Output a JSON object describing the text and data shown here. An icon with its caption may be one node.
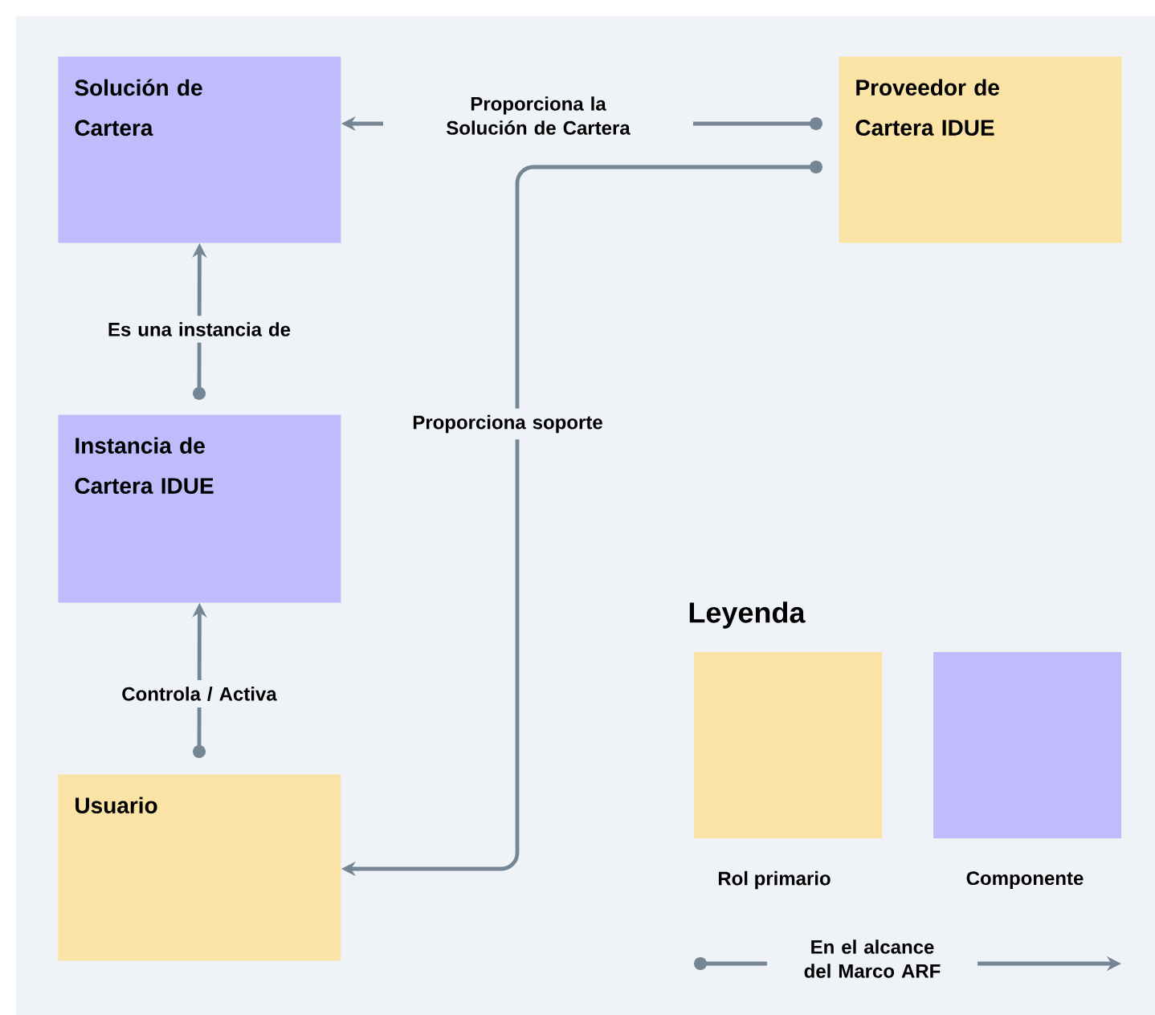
{
  "diagram": {
    "nodes": [
      {
        "text": [
          "Solución de Cartera"
        ]
      },
      {
        "text": [
          "Proveedor de Cartera IDUE"
        ]
      },
      {
        "text": [
          "Instancia de Cartera IDUE"
        ]
      },
      {
        "text": [
          "Usuario"
        ]
      }
    ],
    "edges": [
      {
        "from": 1,
        "to": 0,
        "arrow": "to",
        "label": "Proporciona la Solución de Cartera"
      },
      {
        "from": 2,
        "to": 0,
        "arrow": "to",
        "label": "Es una instancia de"
      },
      {
        "from": 3,
        "to": 2,
        "arrow": "to",
        "label": "Controla / Activa"
      },
      {
        "from": 1,
        "to": 3,
        "arrow": "to",
        "label": "Proporciona soporte"
      }
    ],
    "labels": [
      "Leyenda"
    ],
    "legend": [
      {
        "text": "Rol primario",
        "color": "#fae3a5"
      },
      {
        "text": "Componente",
        "color": "#c0bbfb"
      },
      {
        "text": "En el alcance del Marco ARF"
      }
    ]
  }
}
